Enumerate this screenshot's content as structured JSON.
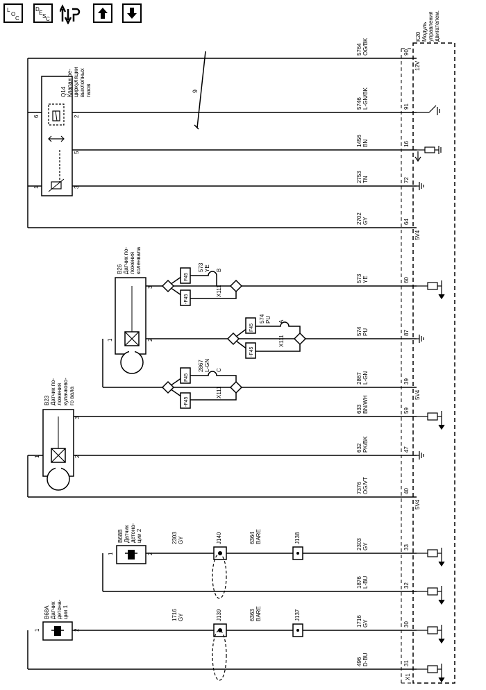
{
  "toolbar": {
    "loc_label": [
      "L",
      "O",
      "C"
    ],
    "desc_label": [
      "D",
      "E",
      "S",
      "C"
    ],
    "buttons": [
      "loc",
      "desc",
      "flip",
      "up",
      "down"
    ]
  },
  "module": {
    "ref": "K20",
    "name": [
      "Модуль",
      "управления",
      "двигателем."
    ],
    "connector": "X1"
  },
  "components": {
    "q14": {
      "ref": "Q14",
      "lines": [
        "Клапан ре-",
        "циркуляции",
        "выхлопных",
        "газов"
      ],
      "pins": [
        "6",
        "2",
        "5",
        "1",
        "3"
      ]
    },
    "b26": {
      "ref": "B26",
      "lines": [
        "Датчик по-",
        "ложения",
        "коленвала"
      ],
      "pins": [
        "3",
        "1",
        "2"
      ]
    },
    "b23": {
      "ref": "B23",
      "lines": [
        "Датчик по-",
        "ложения",
        "кулачково-",
        "го вала"
      ],
      "pins": [
        "3",
        "1",
        "2"
      ]
    },
    "b68b": {
      "ref": "B68B",
      "lines": [
        "Датчик",
        "детона-",
        "ции 2"
      ],
      "pins": [
        "1",
        "2"
      ]
    },
    "b68a": {
      "ref": "B68A",
      "lines": [
        "Датчик",
        "детона-",
        "ции 1"
      ],
      "pins": [
        "1",
        "2"
      ]
    }
  },
  "wires": [
    {
      "circuit": "5764",
      "color": "OG/BK",
      "pin": "90",
      "note": "12V"
    },
    {
      "circuit": "5746",
      "color": "L-GN/BK",
      "pin": "91",
      "note": ""
    },
    {
      "circuit": "1456",
      "color": "BN",
      "pin": "16",
      "note": ""
    },
    {
      "circuit": "2753",
      "color": "TN",
      "pin": "72",
      "note": ""
    },
    {
      "circuit": "2702",
      "color": "GY",
      "pin": "64",
      "note": "5V4"
    },
    {
      "circuit": "573",
      "color": "YE",
      "pin": "60",
      "note": ""
    },
    {
      "circuit": "574",
      "color": "PU",
      "pin": "87",
      "note": ""
    },
    {
      "circuit": "2867",
      "color": "L-GN",
      "pin": "39",
      "note": "5V4"
    },
    {
      "circuit": "633",
      "color": "BN/WH",
      "pin": "59",
      "note": ""
    },
    {
      "circuit": "632",
      "color": "PK/BK",
      "pin": "47",
      "note": ""
    },
    {
      "circuit": "7376",
      "color": "OG/VT",
      "pin": "40",
      "note": "5V4"
    },
    {
      "circuit": "2303",
      "color": "GY",
      "pin": "33",
      "note": ""
    },
    {
      "circuit": "1876",
      "color": "L-BU",
      "pin": "32",
      "note": ""
    },
    {
      "circuit": "1716",
      "color": "GY",
      "pin": "30",
      "note": ""
    },
    {
      "circuit": "496",
      "color": "D-BU",
      "pin": "31",
      "note": ""
    }
  ],
  "inline": {
    "w573": {
      "circuit": "573",
      "color": "YE",
      "letter": "B",
      "conn": "X111"
    },
    "w574": {
      "circuit": "574",
      "color": "PU",
      "letter": "A",
      "conn": "X111"
    },
    "w2867": {
      "circuit": "2867",
      "color": "L-GN",
      "letter": "C",
      "conn": "X111"
    },
    "f45": "F45",
    "f45n": "-F45"
  },
  "knock2": {
    "left_circuit": "2303",
    "left_color": "GY",
    "bare_circuit": "6364",
    "bare_color": "BARE",
    "j1": "J140",
    "j2": "J138"
  },
  "knock1": {
    "left_circuit": "1716",
    "left_color": "GY",
    "bare_circuit": "6363",
    "bare_color": "BARE",
    "j1": "J139",
    "j2": "J137"
  },
  "bus_number": "9"
}
